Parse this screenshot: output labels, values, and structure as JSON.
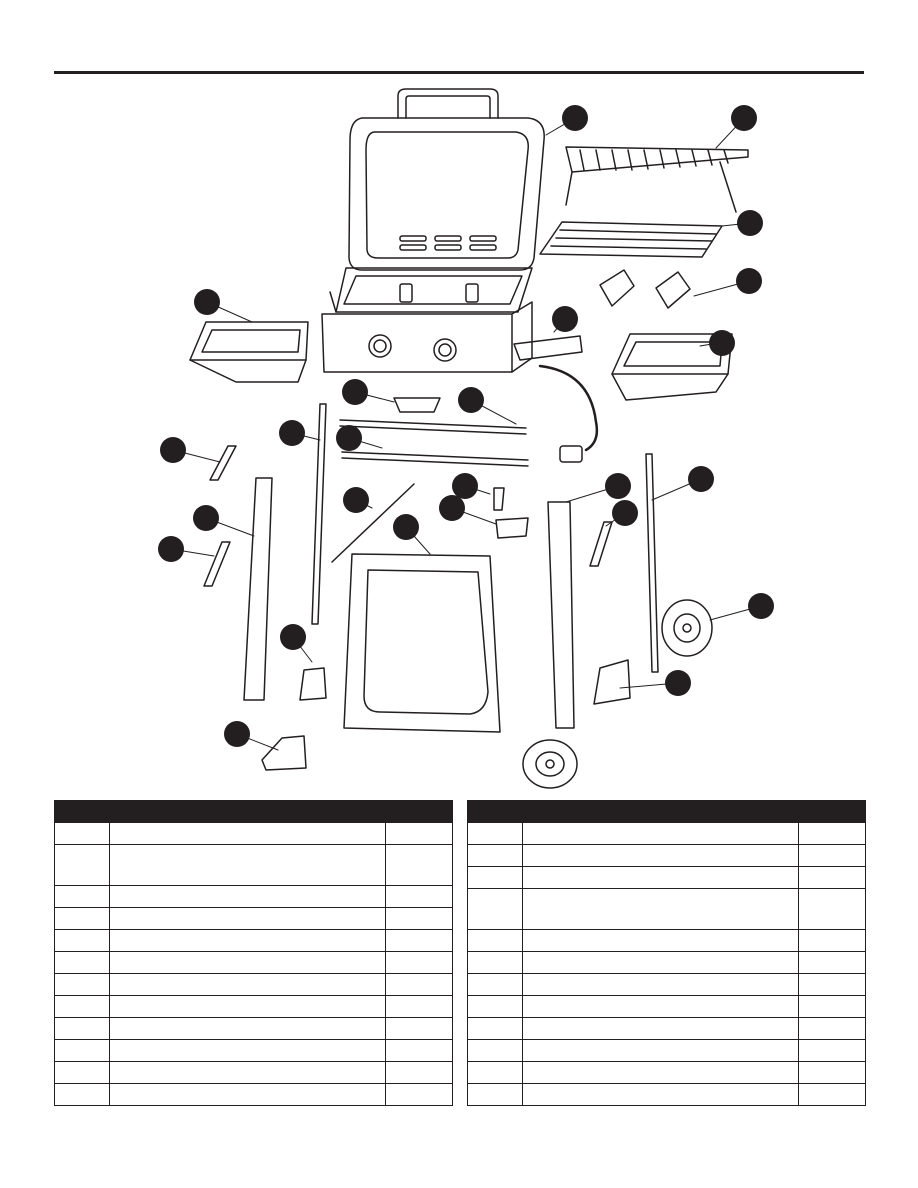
{
  "page": {
    "title": "",
    "diagram": "exploded-view-gas-grill",
    "callout_count": 26,
    "colors": {
      "ink": "#231f20",
      "paper": "#ffffff"
    }
  },
  "tables": {
    "left": {
      "header": "",
      "row_count": 12,
      "tall_rows": [
        1
      ]
    },
    "right": {
      "header": "",
      "row_count": 12,
      "tall_rows": [
        3
      ]
    }
  }
}
